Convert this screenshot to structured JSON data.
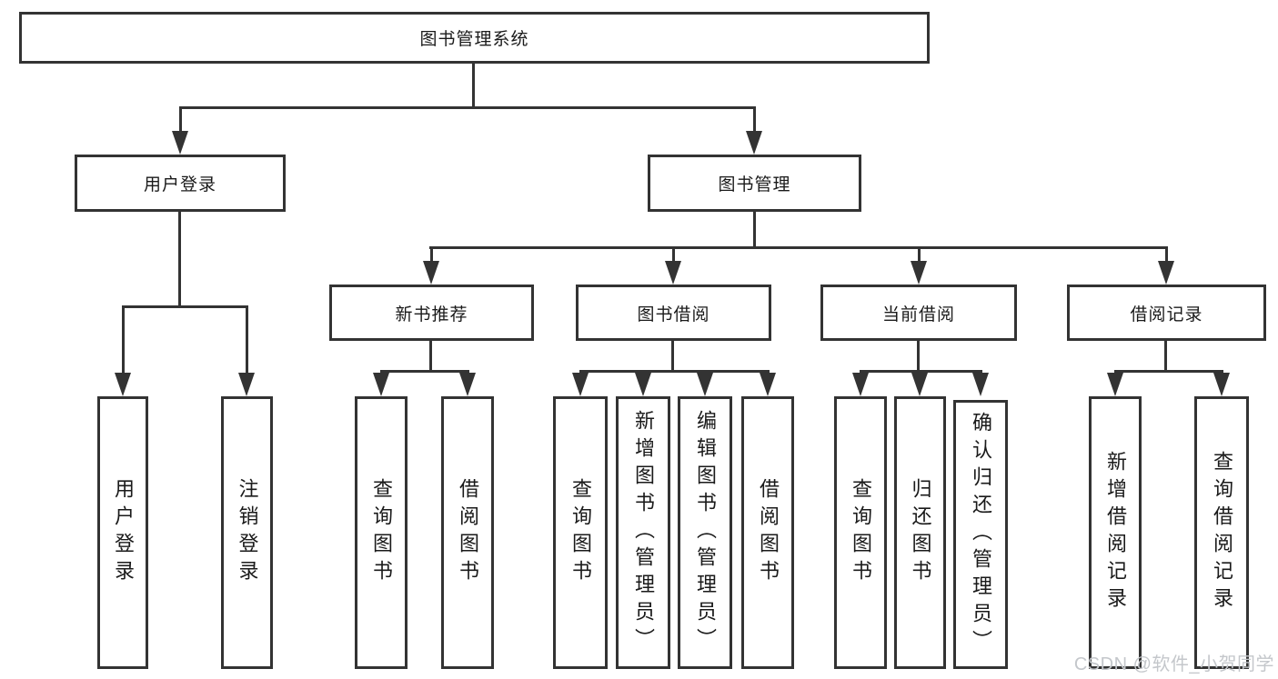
{
  "diagram": {
    "title": "图书管理系统",
    "level2": {
      "user_login": "用户登录",
      "book_management": "图书管理"
    },
    "level3": {
      "new_book_recommendation": "新书推荐",
      "book_borrowing": "图书借阅",
      "current_borrowing": "当前借阅",
      "borrowing_records": "借阅记录"
    },
    "level4": {
      "user_login_children": [
        "用户登录",
        "注销登录"
      ],
      "new_book_recommendation_children": [
        "查询图书",
        "借阅图书"
      ],
      "book_borrowing_children": [
        "查询图书",
        "新增图书（管理员）",
        "编辑图书（管理员）",
        "借阅图书"
      ],
      "current_borrowing_children": [
        "查询图书",
        "归还图书",
        "确认归还（管理员）"
      ],
      "borrowing_records_children": [
        "新增借阅记录",
        "查询借阅记录"
      ]
    }
  },
  "watermark": {
    "text": "CSDN @软件_小贺同学"
  },
  "colors": {
    "line": "#333333",
    "text": "#1a1a1a",
    "watermark": "#c4c7cb",
    "background": "#ffffff"
  }
}
